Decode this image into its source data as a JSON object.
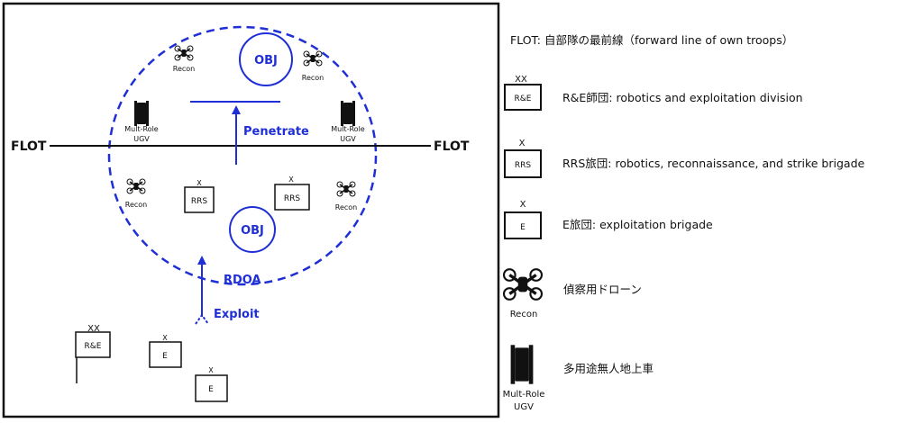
{
  "colors": {
    "blue": "#1f2fd6",
    "black": "#111111"
  },
  "diagram": {
    "flot_left": "FLOT",
    "flot_right": "FLOT",
    "obj_top": "OBJ",
    "obj_center": "OBJ",
    "penetrate": "Penetrate",
    "rdoa": "RDOA",
    "exploit": "Exploit",
    "recon": "Recon",
    "ugv_line1": "Mult-Role",
    "ugv_line2": "UGV",
    "rrs": "RRS",
    "re": "R&E",
    "e": "E",
    "echelon_xx": "XX",
    "echelon_x": "X"
  },
  "legend": {
    "flot": "FLOT: 自部隊の最前線（forward line of own troops）",
    "re_echelon": "XX",
    "re_box": "R&E",
    "re_text": "R&E師団: robotics and exploitation division",
    "rrs_echelon": "X",
    "rrs_box": "RRS",
    "rrs_text": "RRS旅団: robotics, reconnaissance, and strike brigade",
    "e_echelon": "X",
    "e_box": "E",
    "e_text": "E旅団: exploitation brigade",
    "recon_label": "Recon",
    "recon_text": "偵察用ドローン",
    "ugv_label1": "Mult-Role",
    "ugv_label2": "UGV",
    "ugv_text": "多用途無人地上車"
  }
}
